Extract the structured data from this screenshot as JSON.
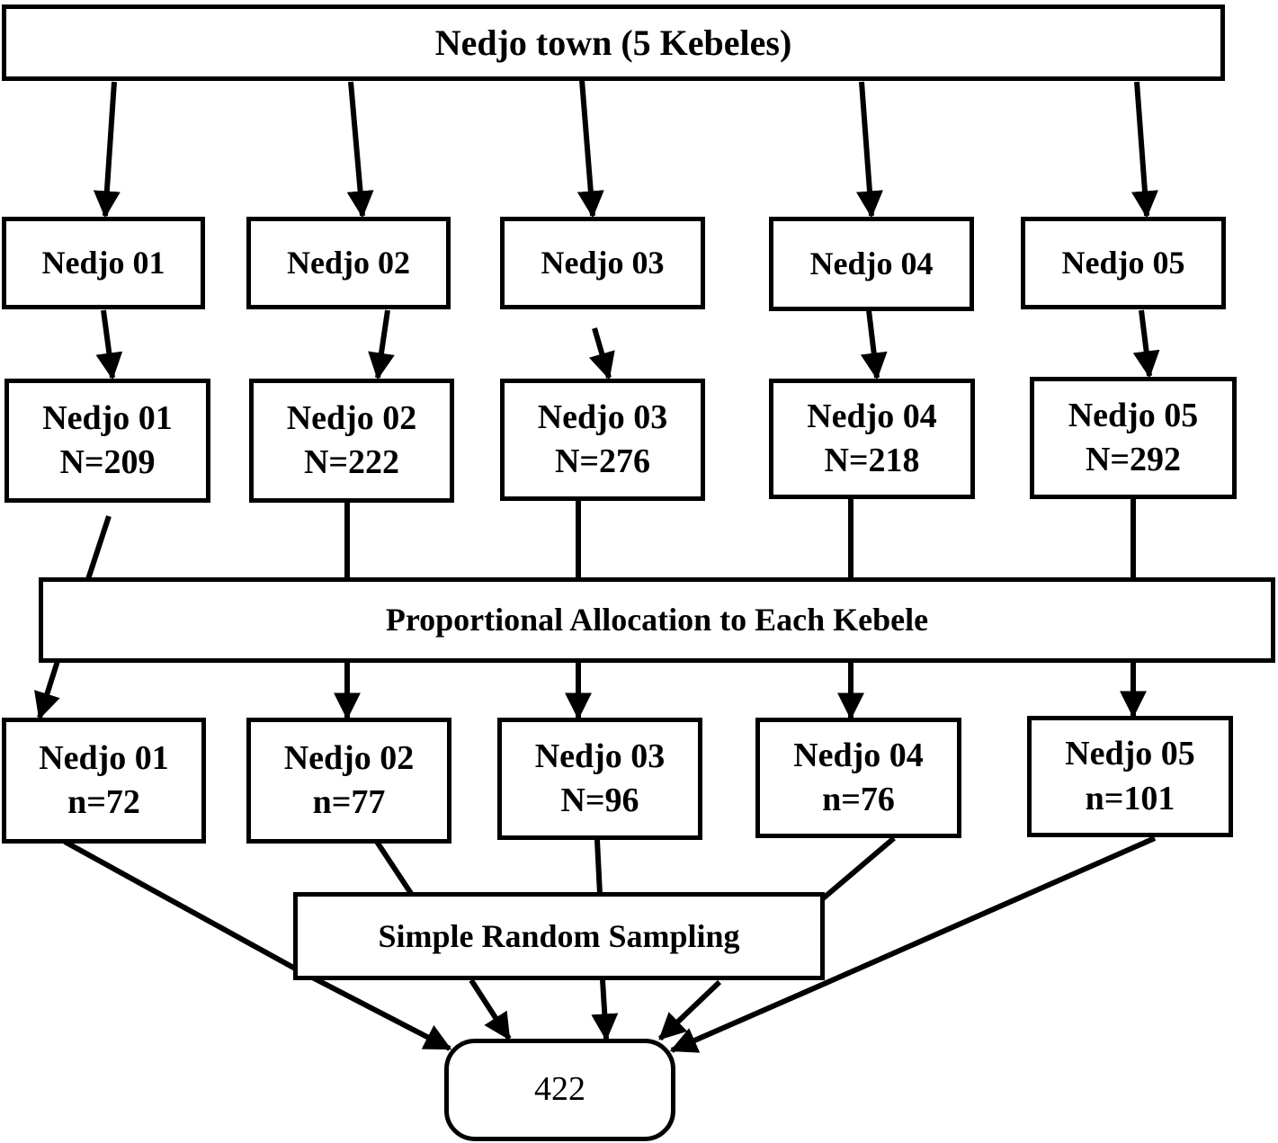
{
  "root": {
    "label": "Nedjo town (5 Kebeles)"
  },
  "kebeles": [
    {
      "name": "Nedjo 01",
      "population": "N=209",
      "sample": "n=72"
    },
    {
      "name": "Nedjo 02",
      "population": "N=222",
      "sample": "n=77"
    },
    {
      "name": "Nedjo 03",
      "population": "N=276",
      "sample": "N=96"
    },
    {
      "name": "Nedjo 04",
      "population": "N=218",
      "sample": "n=76"
    },
    {
      "name": "Nedjo 05",
      "population": "N=292",
      "sample": "n=101"
    }
  ],
  "allocation": {
    "label": "Proportional Allocation to Each Kebele"
  },
  "sampling": {
    "label": "Simple Random Sampling"
  },
  "total": {
    "label": "422"
  },
  "colors": {
    "stroke": "#000000",
    "background": "#ffffff"
  }
}
